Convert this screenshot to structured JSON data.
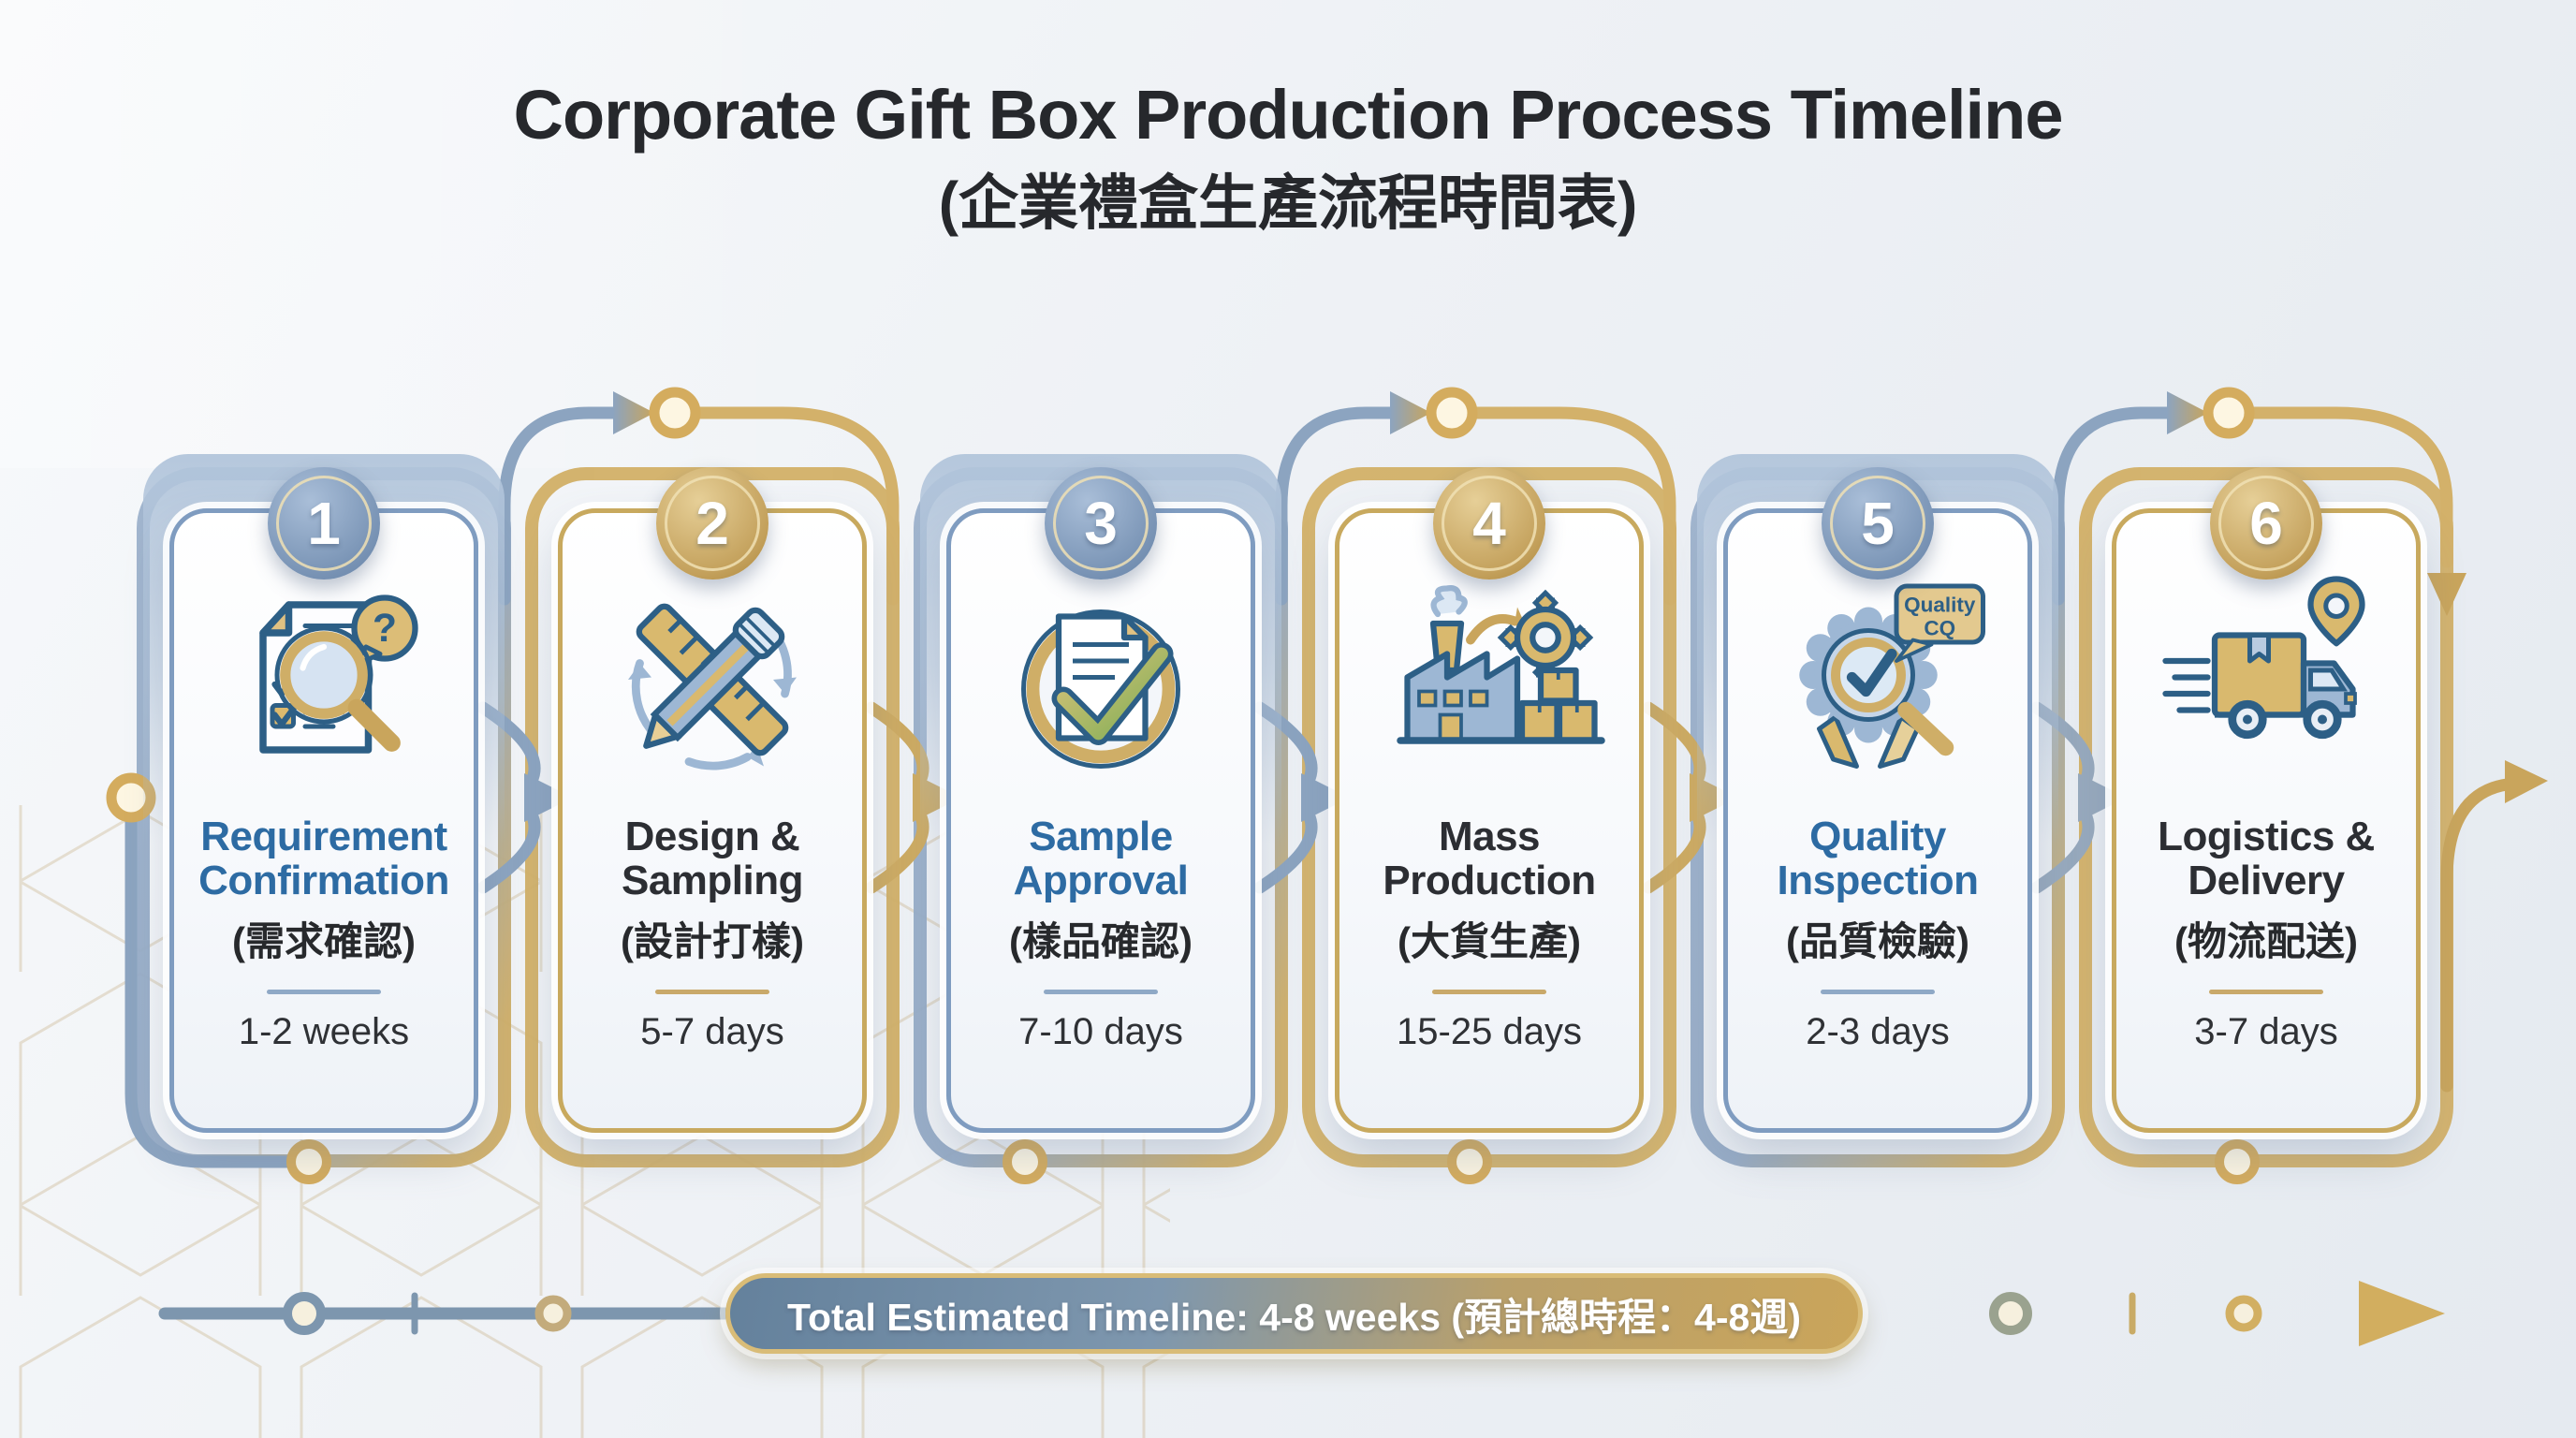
{
  "title": {
    "line1": "Corporate Gift Box Production Process Timeline",
    "line2": "(企業禮盒生產流程時間表)"
  },
  "steps": [
    {
      "number": "1",
      "theme": "blue",
      "icon": "requirement-document-magnifier-icon",
      "title_en": "Requirement Confirmation",
      "title_zh": "(需求確認)",
      "duration": "1-2 weeks"
    },
    {
      "number": "2",
      "theme": "gold",
      "icon": "pencil-ruler-icon",
      "title_en": "Design & Sampling",
      "title_zh": "(設計打樣)",
      "duration": "5-7 days"
    },
    {
      "number": "3",
      "theme": "blue",
      "icon": "approved-document-icon",
      "title_en": "Sample Approval",
      "title_zh": "(樣品確認)",
      "duration": "7-10 days"
    },
    {
      "number": "4",
      "theme": "gold",
      "icon": "factory-icon",
      "title_en": "Mass Production",
      "title_zh": "(大貨生產)",
      "duration": "15-25 days"
    },
    {
      "number": "5",
      "theme": "blue",
      "icon": "quality-badge-icon",
      "title_en": "Quality Inspection",
      "title_zh": "(品質檢驗)",
      "duration": "2-3 days",
      "tag_line1": "Quality",
      "tag_line2": "CQ"
    },
    {
      "number": "6",
      "theme": "gold",
      "icon": "delivery-truck-icon",
      "title_en": "Logistics & Delivery",
      "title_zh": "(物流配送)",
      "duration": "3-7 days"
    }
  ],
  "footer": {
    "total_label": "Total Estimated Timeline: 4-8 weeks (預計總時程：4-8週)"
  },
  "colors": {
    "accent_blue": "#2d6ba3",
    "rail_blue": "#8ca4c0",
    "rail_gold": "#d2b067",
    "node_gold": "#d4ac5e",
    "text_dark": "#26282c",
    "card_border_blue": "#7f9cc0",
    "card_border_gold": "#c8a95e"
  }
}
